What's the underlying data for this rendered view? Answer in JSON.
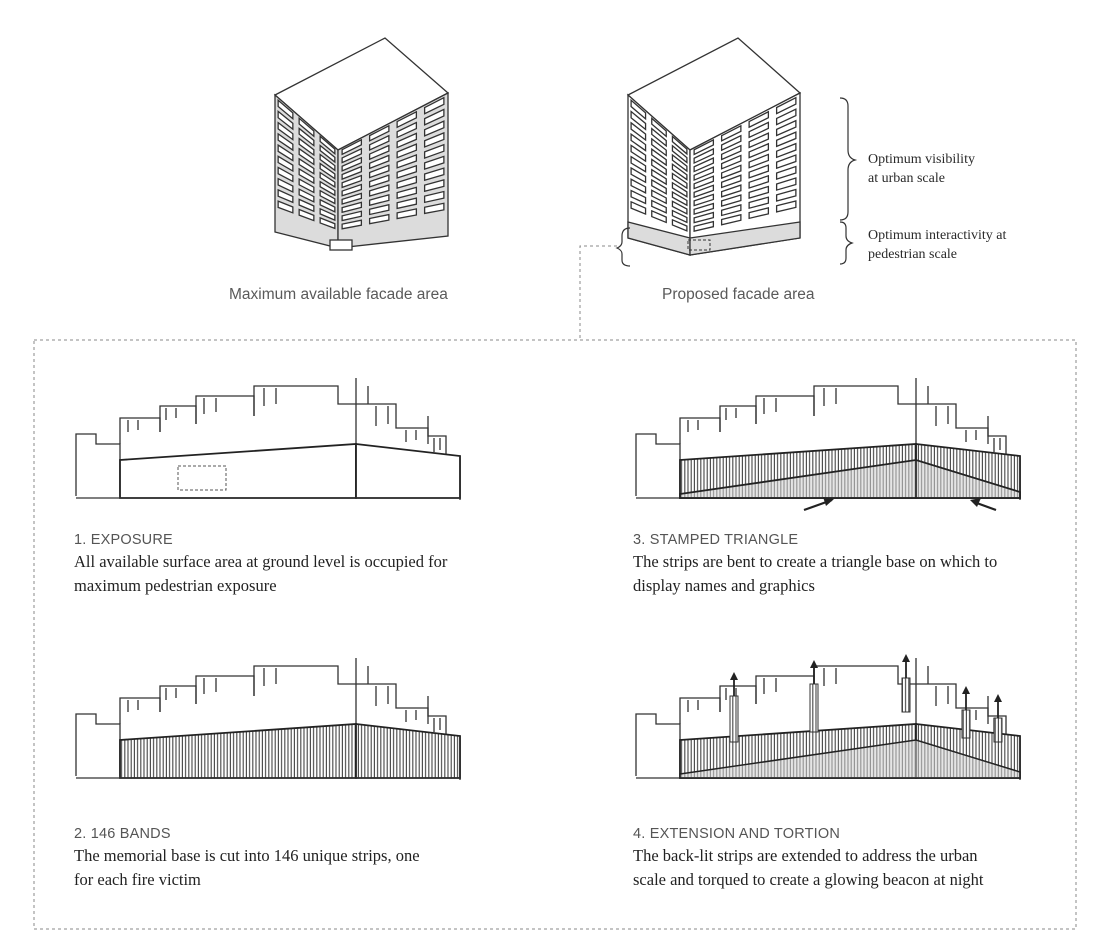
{
  "figure": {
    "top_left_caption": "Maximum available facade area",
    "top_right_caption": "Proposed facade area",
    "note_urban_line1": "Optimum visibility",
    "note_urban_line2": "at urban scale",
    "note_ped_line1": "Optimum interactivity at",
    "note_ped_line2": "pedestrian scale"
  },
  "steps": [
    {
      "title": "1. EXPOSURE",
      "desc_line1": "All available surface area at ground level is occupied for",
      "desc_line2": "maximum pedestrian exposure"
    },
    {
      "title": "2. 146 BANDS",
      "desc_line1": "The memorial base is cut into 146 unique strips, one",
      "desc_line2": "for each fire victim"
    },
    {
      "title": "3. STAMPED TRIANGLE",
      "desc_line1": "The strips are bent to create a triangle base on which to",
      "desc_line2": "display names and graphics"
    },
    {
      "title": "4. EXTENSION AND TORTION",
      "desc_line1": "The back-lit strips are extended to address the urban",
      "desc_line2": "scale and torqued to create a  glowing beacon at night"
    }
  ],
  "colors": {
    "line": "#333333",
    "fill": "#d9d9d9",
    "dashed": "#888888"
  }
}
